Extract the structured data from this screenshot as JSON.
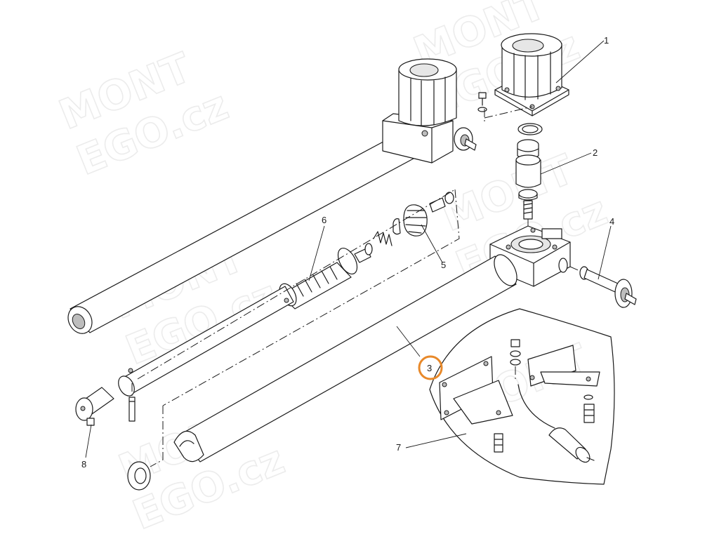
{
  "watermark": {
    "line1": "MONT",
    "line2": "EGO.cz",
    "registered": "®"
  },
  "callouts": [
    {
      "id": "part-1",
      "label": "1"
    },
    {
      "id": "part-2",
      "label": "2"
    },
    {
      "id": "part-3",
      "label": "3",
      "highlighted": true
    },
    {
      "id": "part-4",
      "label": "4"
    },
    {
      "id": "part-5",
      "label": "5"
    },
    {
      "id": "part-6",
      "label": "6"
    },
    {
      "id": "part-7",
      "label": "7"
    },
    {
      "id": "part-8",
      "label": "8"
    }
  ],
  "colors": {
    "highlight": "#e8892a",
    "ink": "#1a1a1a",
    "watermark": "#ececec"
  }
}
